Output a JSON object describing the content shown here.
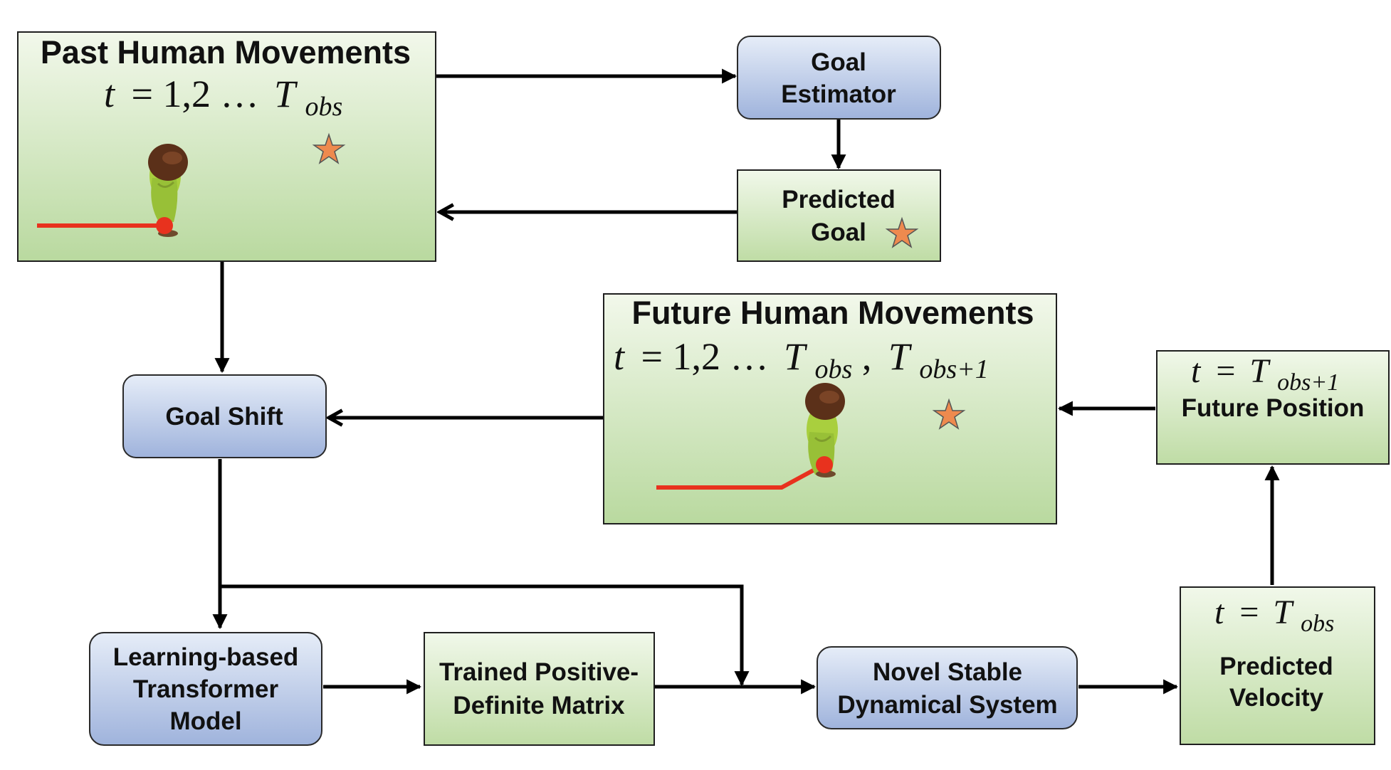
{
  "past_box": {
    "title": "Past Human Movements",
    "time_var": "t",
    "time_eq": "= 1,2 …",
    "time_T": "T",
    "time_sub": "obs"
  },
  "goal_estimator": {
    "line1": "Goal",
    "line2": "Estimator"
  },
  "predicted_goal": {
    "line1": "Predicted",
    "line2": "Goal"
  },
  "future_box": {
    "title": "Future Human Movements",
    "time_var": "t",
    "time_eq": "= 1,2 …",
    "time_T": "T",
    "time_sub": "obs",
    "comma": ",",
    "time_T2": "T",
    "time_sub2": "obs+1"
  },
  "goal_shift": {
    "label": "Goal Shift"
  },
  "future_position": {
    "time_var": "t",
    "time_eq": "=",
    "time_T": "T",
    "time_sub": "obs+1",
    "label": "Future Position"
  },
  "transformer": {
    "line1": "Learning-based",
    "line2": "Transformer",
    "line3": "Model"
  },
  "pd_matrix": {
    "line1": "Trained Positive-",
    "line2": "Definite Matrix"
  },
  "stable_system": {
    "line1": "Novel Stable",
    "line2": "Dynamical System"
  },
  "predicted_velocity": {
    "time_var": "t",
    "time_eq": "=",
    "time_T": "T",
    "time_sub": "obs",
    "line1": "Predicted",
    "line2": "Velocity"
  },
  "colors": {
    "blue_top": "#e6edf8",
    "blue_bottom": "#9fb3dc",
    "green_top": "#f1f8ea",
    "green_bottom": "#bfdca5",
    "trajectory": "#e8321e",
    "star": "#ee8a4e"
  },
  "icons": [
    "human-avatar-icon",
    "goal-star-icon",
    "trajectory-line"
  ]
}
